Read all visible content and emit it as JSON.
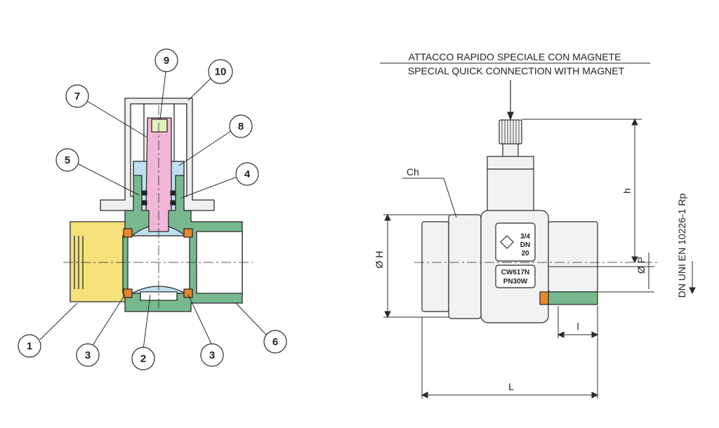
{
  "colors": {
    "yellow": "#f4e17a",
    "green": "#78b88f",
    "pink": "#f2b7d8",
    "blue": "#bfe0f1",
    "orange": "#e8862d",
    "body_grey": "#f2f2f2",
    "line": "#2a2a2a"
  },
  "left_view": {
    "callouts": [
      "1",
      "2",
      "3",
      "3",
      "4",
      "5",
      "6",
      "7",
      "8",
      "9",
      "10"
    ]
  },
  "right_view": {
    "heading_line1": "ATTACCO RAPIDO SPECIALE CON MAGNETE",
    "heading_line2": "SPECIAL QUICK CONNECTION WITH MAGNET",
    "label_ch": "Ch",
    "label_h": "h",
    "label_dia_h": "Ø H",
    "label_dia_p": "Ø P",
    "label_l_small": "l",
    "label_l": "L",
    "label_dn": "DN UNI EN 10226-1 Rp",
    "marking_size": "3/4",
    "marking_dn": "DN",
    "marking_dn_value": "20",
    "marking_material": "CW617N",
    "marking_pressure": "PN30W"
  }
}
